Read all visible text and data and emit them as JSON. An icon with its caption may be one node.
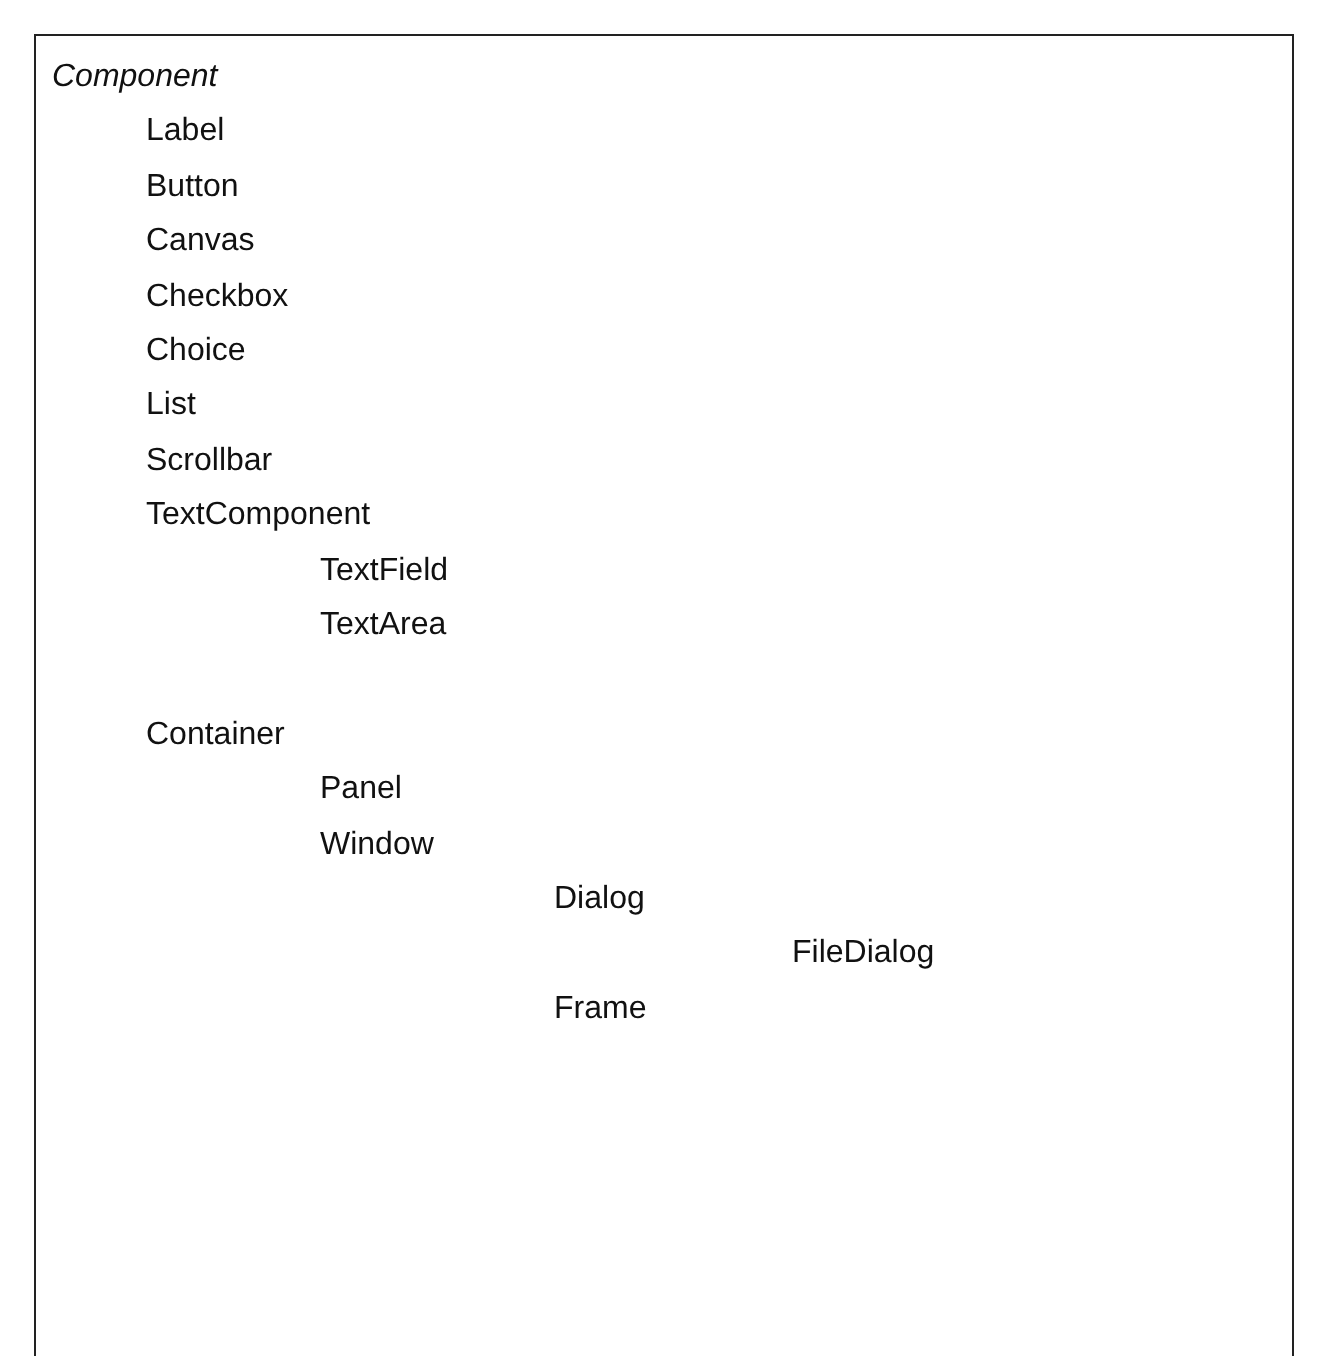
{
  "diagram": {
    "nodes": [
      {
        "text": [
          "Component",
          "Label",
          "Button",
          "Canvas",
          "Checkbox",
          "Choice",
          "List",
          "Scrollbar",
          "TextComponent",
          "TextField",
          "TextArea",
          "Container",
          "Panel",
          "Window",
          "Dialog",
          "FileDialog",
          "Frame"
        ]
      }
    ]
  }
}
